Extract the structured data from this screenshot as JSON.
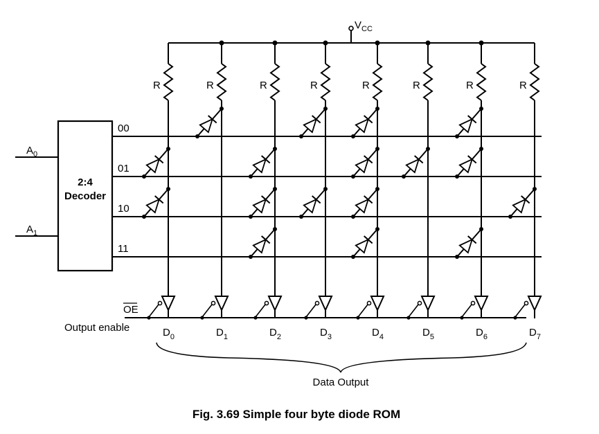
{
  "supply": {
    "label": "V",
    "sub": "CC"
  },
  "resistor_label": "R",
  "decoder": {
    "line1": "2:4",
    "line2": "Decoder"
  },
  "inputs": [
    {
      "label": "A",
      "sub": "0"
    },
    {
      "label": "A",
      "sub": "1"
    }
  ],
  "word_lines": [
    "00",
    "01",
    "10",
    "11"
  ],
  "oe": {
    "label": "OE",
    "caption": "Output enable"
  },
  "outputs": [
    {
      "label": "D",
      "sub": "0"
    },
    {
      "label": "D",
      "sub": "1"
    },
    {
      "label": "D",
      "sub": "2"
    },
    {
      "label": "D",
      "sub": "3"
    },
    {
      "label": "D",
      "sub": "4"
    },
    {
      "label": "D",
      "sub": "5"
    },
    {
      "label": "D",
      "sub": "6"
    },
    {
      "label": "D",
      "sub": "7"
    }
  ],
  "diode_matrix": [
    [
      0,
      1,
      0,
      1,
      1,
      0,
      1,
      0
    ],
    [
      1,
      0,
      1,
      0,
      1,
      1,
      1,
      0
    ],
    [
      1,
      0,
      1,
      1,
      1,
      0,
      0,
      1
    ],
    [
      0,
      0,
      1,
      0,
      1,
      0,
      1,
      0
    ]
  ],
  "brace_label": "Data Output",
  "caption": "Fig. 3.69 Simple four byte diode ROM"
}
